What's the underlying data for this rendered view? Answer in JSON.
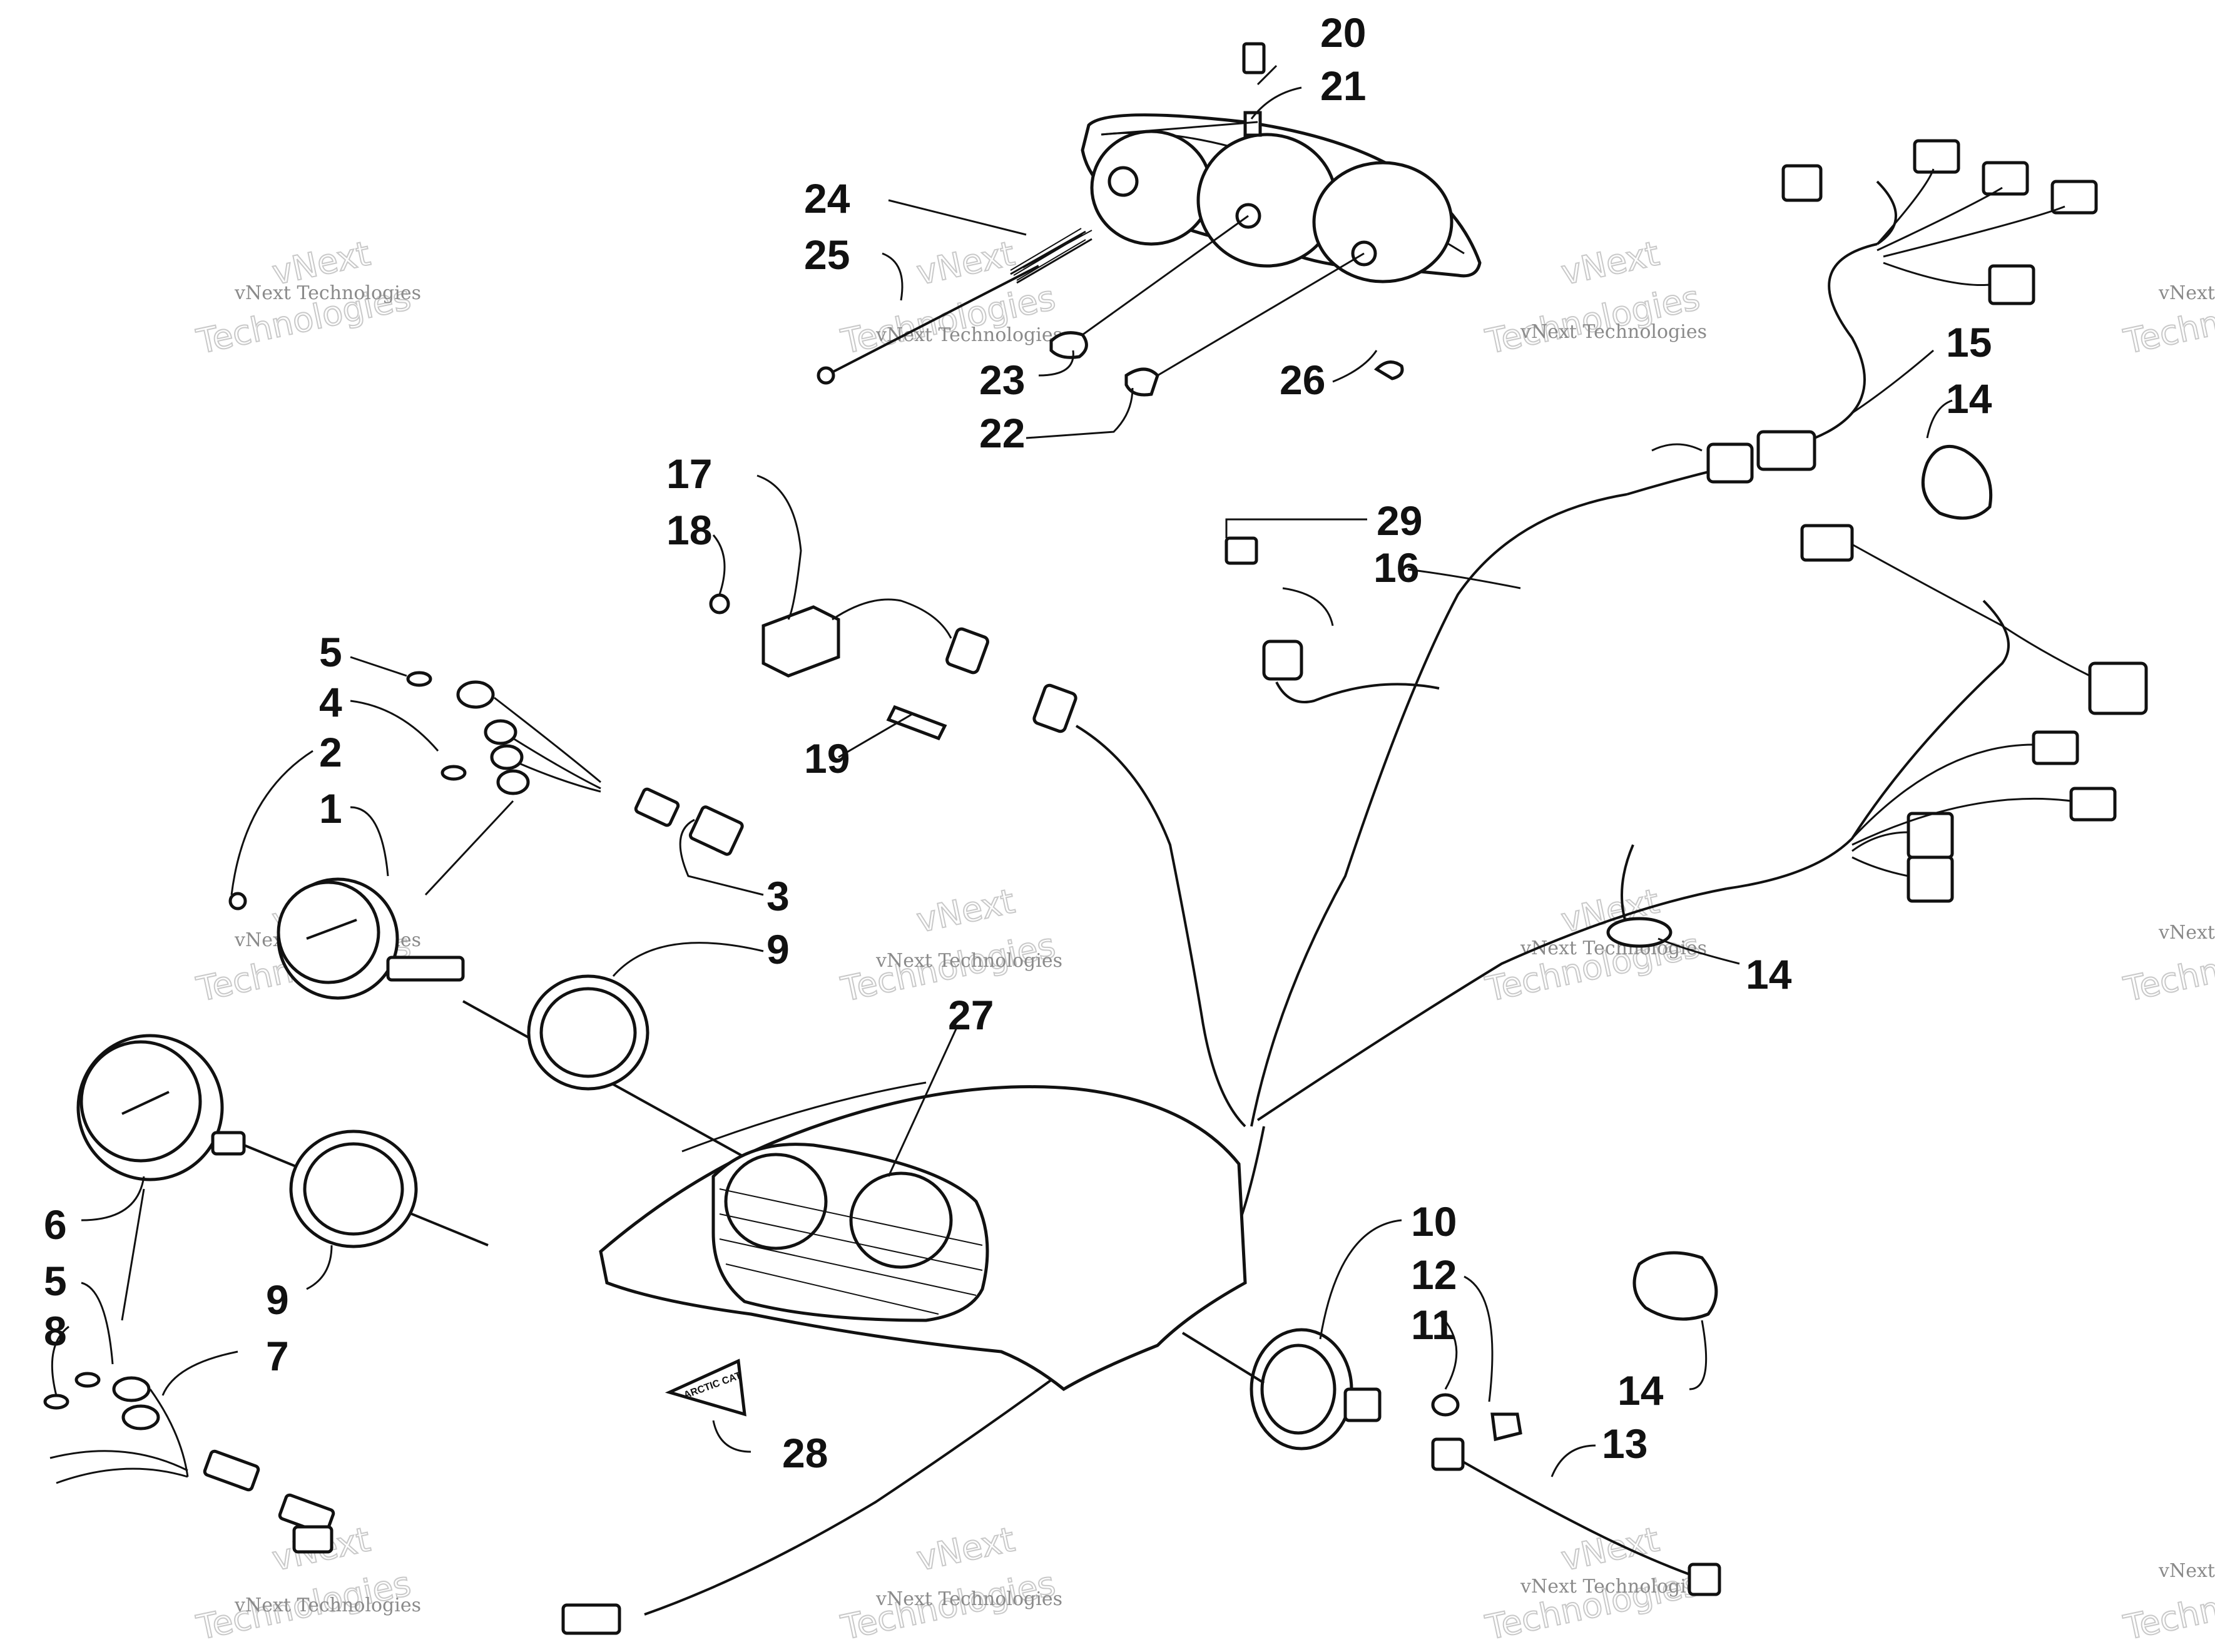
{
  "callouts": [
    "20",
    "21",
    "24",
    "25",
    "23",
    "22",
    "26",
    "15",
    "14",
    "17",
    "18",
    "29",
    "16",
    "5",
    "4",
    "2",
    "1",
    "19",
    "3",
    "9",
    "14",
    "27",
    "6",
    "5",
    "8",
    "7",
    "9",
    "10",
    "12",
    "11",
    "14",
    "13",
    "28"
  ],
  "watermark": {
    "line1": "vNext Technologies",
    "line2": "vNext",
    "line3": "Technologies"
  },
  "emblem_text": "ARCTIC CAT"
}
